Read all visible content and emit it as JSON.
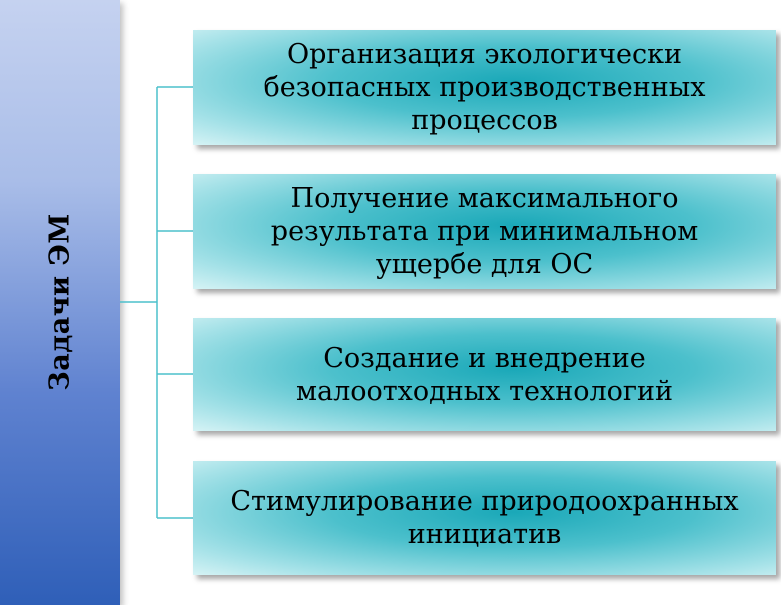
{
  "diagram": {
    "root": {
      "label": "Задачи ЭМ"
    },
    "tasks": [
      {
        "text": "Организация экологически\nбезопасных производственных\nпроцессов"
      },
      {
        "text": "Получение максимального\nрезультата при минимальном\nущербе для ОС"
      },
      {
        "text": "Создание и внедрение\nмалоотходных технологий"
      },
      {
        "text": "Стимулирование природоохранных\nинициатив"
      }
    ],
    "colors": {
      "root_top": "#c5d2f0",
      "root_bottom": "#2f5fb8",
      "box_center": "#1aa8b8",
      "box_edge": "#d6f3f5",
      "connector": "#4cc0cc"
    }
  }
}
